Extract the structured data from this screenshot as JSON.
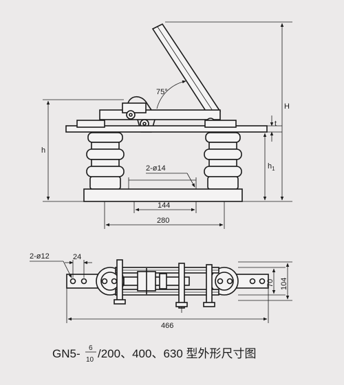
{
  "caption": {
    "prefix": "GN5-",
    "frac_top": "6",
    "frac_bottom": "10",
    "suffix": "/200、400、630 型外形尺寸图"
  },
  "side_view": {
    "angle_label": "75°",
    "height_total": "H",
    "height_h": "h",
    "height_h1": "h",
    "h1_subscript": "1",
    "thickness": "t",
    "holes": "2-ø14",
    "dim_144": "144",
    "dim_280": "280"
  },
  "top_view": {
    "holes": "2-ø12",
    "dim_24": "24",
    "dim_466": "466",
    "dim_70": "70",
    "dim_104": "104"
  },
  "colors": {
    "background": "#eceaea",
    "ink": "#1a1a1a"
  }
}
